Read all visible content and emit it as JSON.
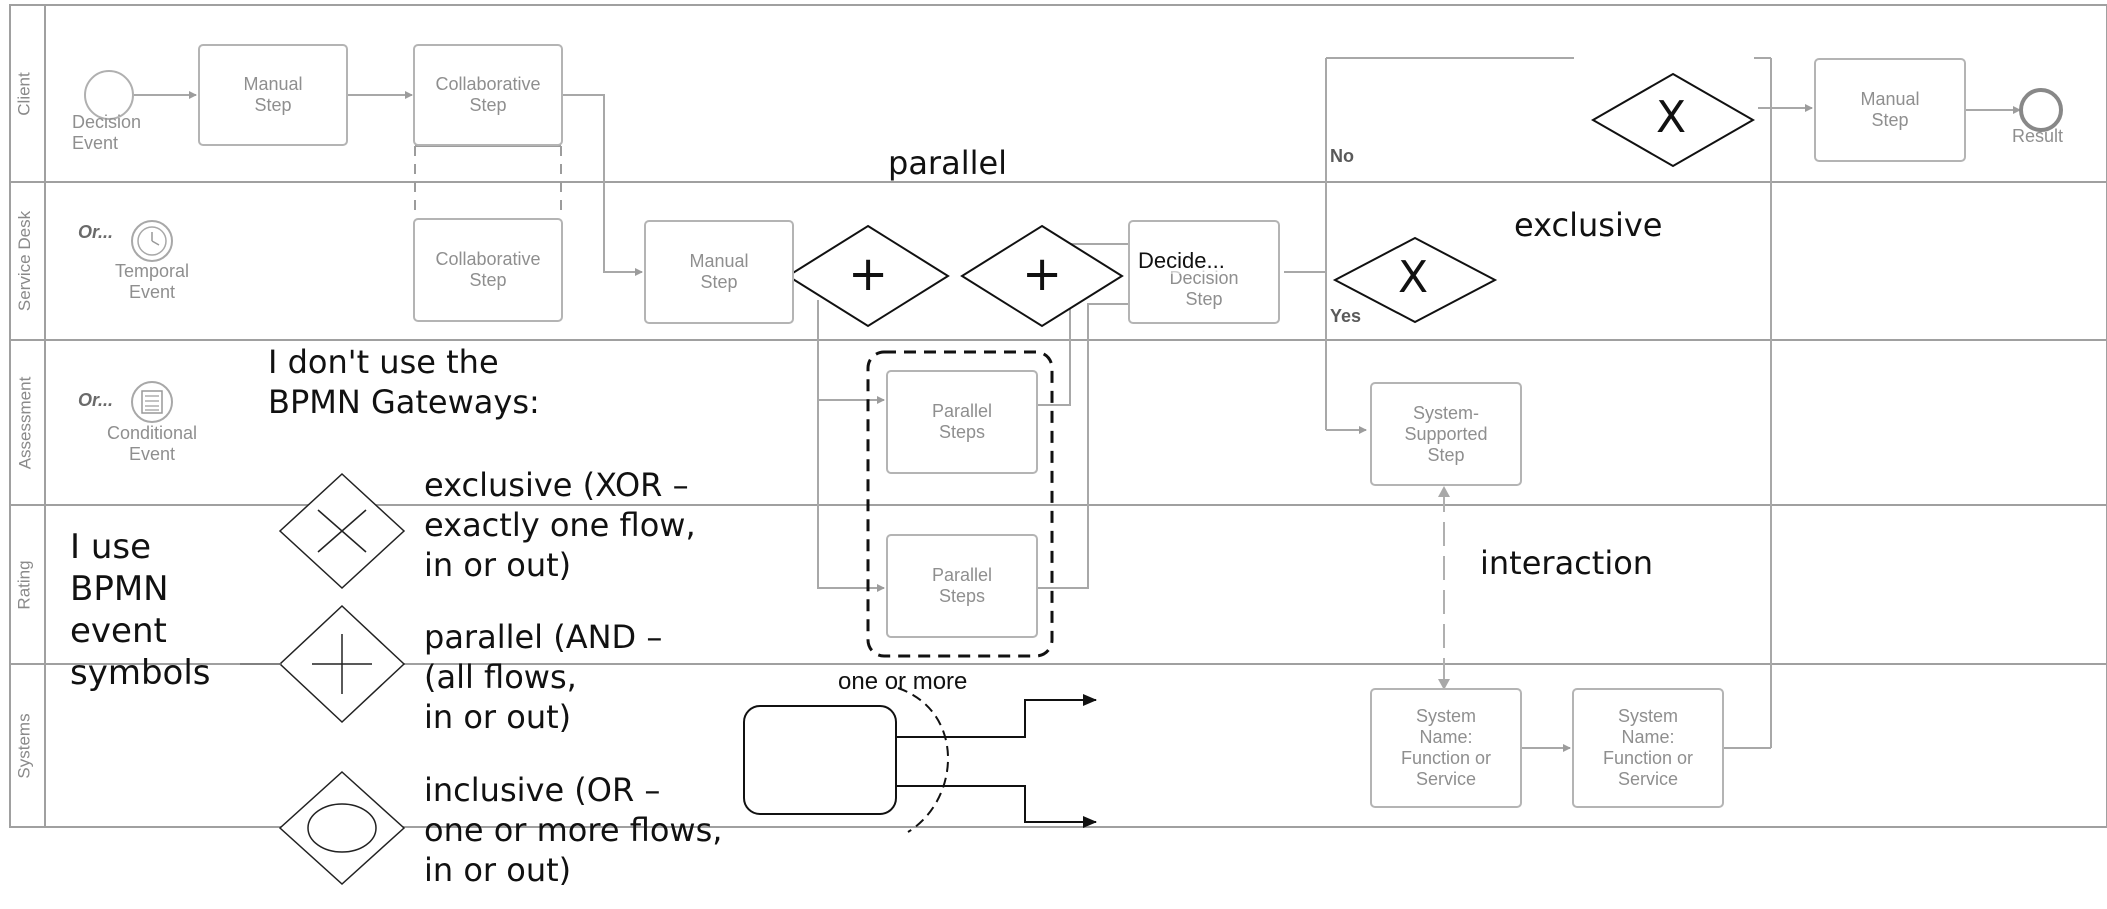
{
  "lanes": [
    "Client",
    "Service Desk",
    "Assessment",
    "Rating",
    "Systems"
  ],
  "events": {
    "decision": "Decision\nEvent",
    "or_prefix": "Or...",
    "temporal": "Temporal\nEvent",
    "conditional": "Conditional\nEvent",
    "result": "Result"
  },
  "steps": {
    "manual": "Manual\nStep",
    "collaborative": "Collaborative\nStep",
    "decide": "Decide...",
    "decide_underlay": "Decision\nStep",
    "parallel": "Parallel\nSteps",
    "system_supported": "System-\nSupported\nStep",
    "system_name": "System\nName:\nFunction or\nService"
  },
  "flow_labels": {
    "no": "No",
    "yes": "Yes"
  },
  "gateway_symbols": {
    "plus": "+",
    "x": "X"
  },
  "annotations": {
    "parallel": "parallel",
    "exclusive": "exclusive",
    "interaction": "interaction",
    "gateways_title": "I don't use the\nBPMN Gateways:",
    "exclusive_def": "exclusive (XOR –\nexactly one flow,\nin or out)",
    "parallel_def": "parallel (AND –\n(all flows,\nin or out)",
    "inclusive_def": "inclusive (OR –\none or more flows,\nin or out)",
    "use_events": "I use\nBPMN\nevent\nsymbols",
    "one_or_more": "one or more"
  },
  "colors": {
    "lane_border": "#a0a0a0",
    "shape_stroke": "#b4b4b4",
    "shape_text": "#8f8f8f",
    "ink": "#111111"
  }
}
